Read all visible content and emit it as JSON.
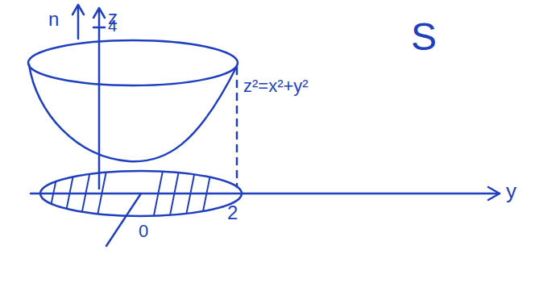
{
  "diagram": {
    "labels": [
      "n",
      "z",
      "4",
      "S",
      "z²=x²+y²",
      "2",
      "y",
      "0"
    ]
  }
}
